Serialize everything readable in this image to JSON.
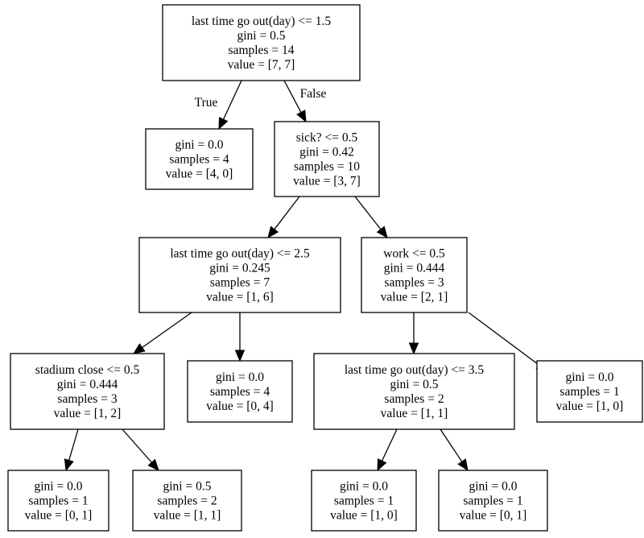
{
  "tree": {
    "nodes": [
      {
        "id": "n0",
        "lines": [
          "last time go out(day) <= 1.5",
          "gini = 0.5",
          "samples = 14",
          "value = [7, 7]"
        ]
      },
      {
        "id": "n1",
        "lines": [
          "gini = 0.0",
          "samples = 4",
          "value = [4, 0]"
        ]
      },
      {
        "id": "n2",
        "lines": [
          "sick? <= 0.5",
          "gini = 0.42",
          "samples = 10",
          "value = [3, 7]"
        ]
      },
      {
        "id": "n3",
        "lines": [
          "last time go out(day) <= 2.5",
          "gini = 0.245",
          "samples = 7",
          "value = [1, 6]"
        ]
      },
      {
        "id": "n4",
        "lines": [
          "work <= 0.5",
          "gini = 0.444",
          "samples = 3",
          "value = [2, 1]"
        ]
      },
      {
        "id": "n5",
        "lines": [
          "stadium close <= 0.5",
          "gini = 0.444",
          "samples = 3",
          "value = [1, 2]"
        ]
      },
      {
        "id": "n6",
        "lines": [
          "gini = 0.0",
          "samples = 4",
          "value = [0, 4]"
        ]
      },
      {
        "id": "n7",
        "lines": [
          "last time go out(day) <= 3.5",
          "gini = 0.5",
          "samples = 2",
          "value = [1, 1]"
        ]
      },
      {
        "id": "n8",
        "lines": [
          "gini = 0.0",
          "samples = 1",
          "value = [1, 0]"
        ]
      },
      {
        "id": "n9",
        "lines": [
          "gini = 0.0",
          "samples = 1",
          "value = [0, 1]"
        ]
      },
      {
        "id": "n10",
        "lines": [
          "gini = 0.5",
          "samples = 2",
          "value = [1, 1]"
        ]
      },
      {
        "id": "n11",
        "lines": [
          "gini = 0.0",
          "samples = 1",
          "value = [1, 0]"
        ]
      },
      {
        "id": "n12",
        "lines": [
          "gini = 0.0",
          "samples = 1",
          "value = [0, 1]"
        ]
      }
    ],
    "edges": [
      {
        "from": "n0",
        "to": "n1",
        "label": "True"
      },
      {
        "from": "n0",
        "to": "n2",
        "label": "False"
      },
      {
        "from": "n2",
        "to": "n3",
        "label": ""
      },
      {
        "from": "n2",
        "to": "n4",
        "label": ""
      },
      {
        "from": "n3",
        "to": "n5",
        "label": ""
      },
      {
        "from": "n3",
        "to": "n6",
        "label": ""
      },
      {
        "from": "n4",
        "to": "n7",
        "label": ""
      },
      {
        "from": "n4",
        "to": "n8",
        "label": ""
      },
      {
        "from": "n5",
        "to": "n9",
        "label": ""
      },
      {
        "from": "n5",
        "to": "n10",
        "label": ""
      },
      {
        "from": "n7",
        "to": "n11",
        "label": ""
      },
      {
        "from": "n7",
        "to": "n12",
        "label": ""
      }
    ]
  }
}
